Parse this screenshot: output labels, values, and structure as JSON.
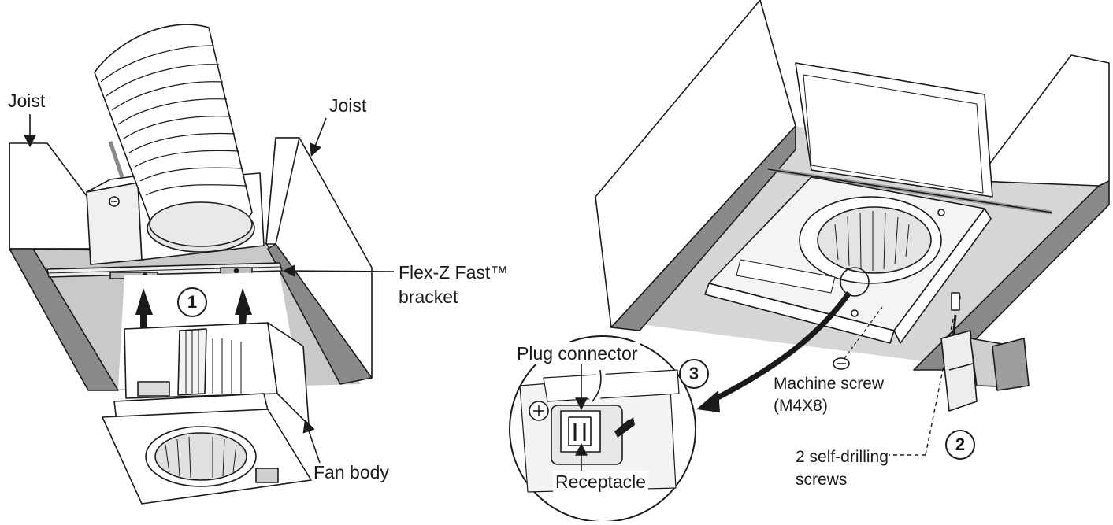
{
  "labels": {
    "joist_left": "Joist",
    "joist_right": "Joist",
    "bracket_line1": "Flex-Z Fast™",
    "bracket_line2": "bracket",
    "fan_body": "Fan body",
    "plug_connector": "Plug connector",
    "receptacle": "Receptacle",
    "machine_screw_line1": "Machine screw",
    "machine_screw_line2": "(M4X8)",
    "self_drilling_line1": "2 self-drilling",
    "self_drilling_line2": "screws"
  },
  "steps": {
    "step1": "1",
    "step2": "2",
    "step3": "3"
  },
  "colors": {
    "line": "#1a1a1a",
    "joist_face": "#ffffff",
    "joist_bottom": "#8c8c8c",
    "ceiling_shadow": "#d4d4d4",
    "metal_light": "#f2f2f2",
    "metal_mid": "#bdbdbd"
  }
}
